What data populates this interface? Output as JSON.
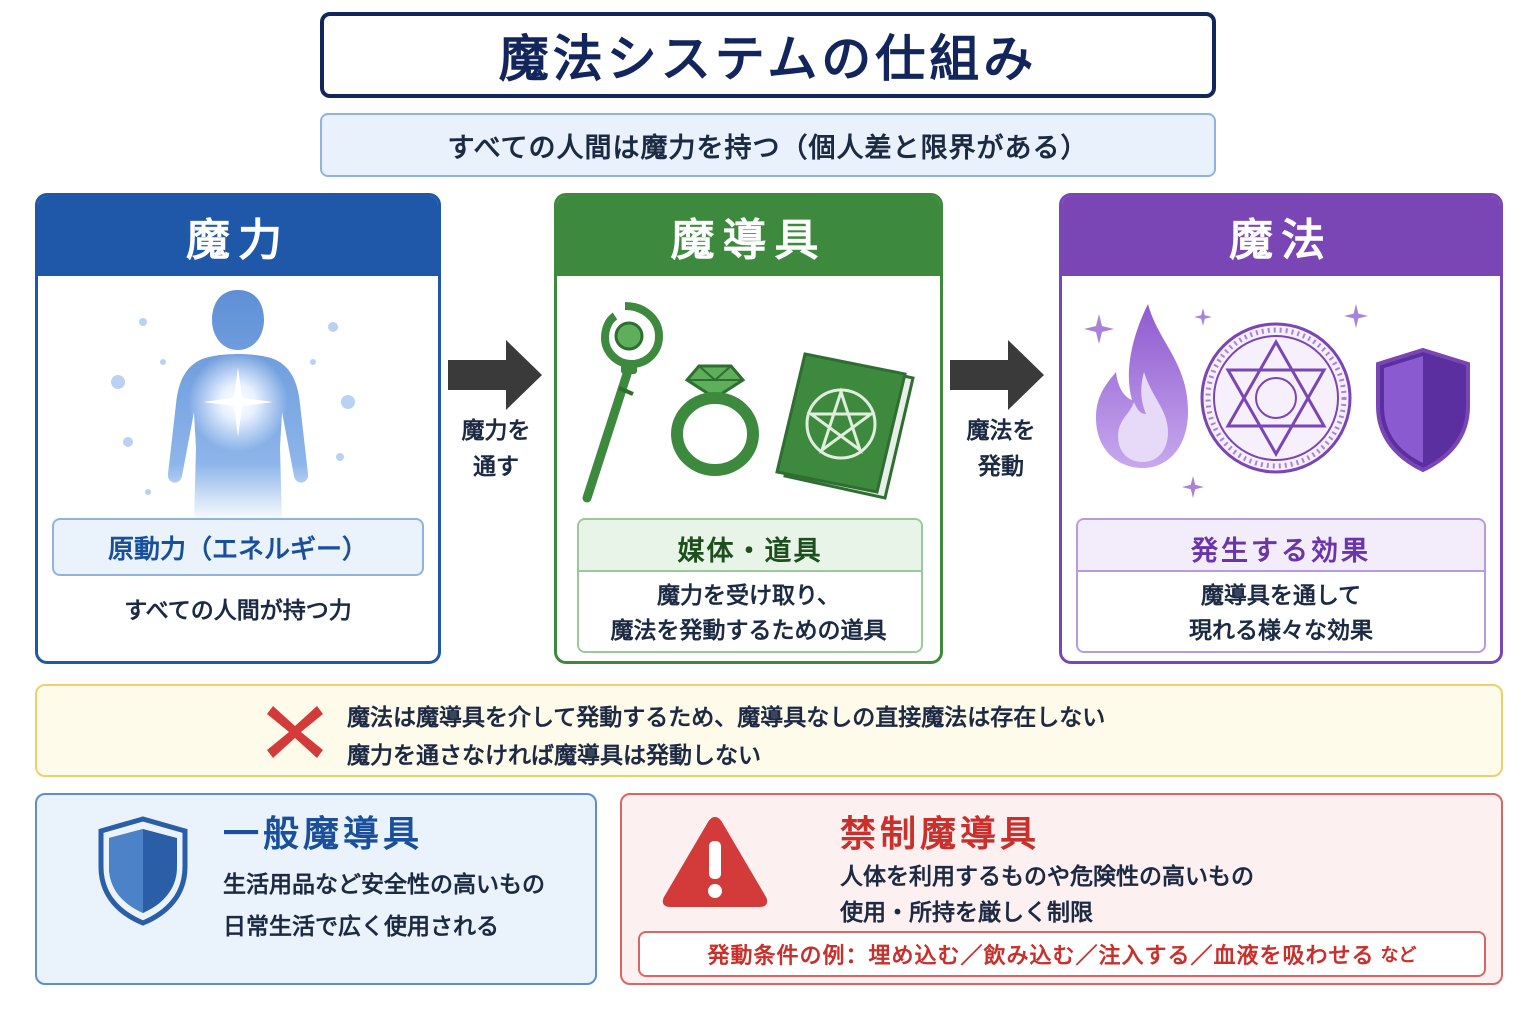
{
  "title": "魔法システムの仕組み",
  "subtitle": "すべての人間は魔力を持つ（個人差と限界がある）",
  "panels": {
    "maryoku": {
      "header": "魔力",
      "label": "原動力（エネルギー）",
      "desc": "すべての人間が持つ力",
      "icon": "human-energy-icon"
    },
    "madougu": {
      "header": "魔導具",
      "label": "媒体・道具",
      "desc_line1": "魔力を受け取り、",
      "desc_line2": "魔法を発動するための道具",
      "icons": [
        "staff-icon",
        "ring-icon",
        "spellbook-icon"
      ]
    },
    "mahou": {
      "header": "魔法",
      "label": "発生する効果",
      "desc_line1": "魔導具を通して",
      "desc_line2": "現れる様々な効果",
      "icons": [
        "flame-icon",
        "magic-circle-icon",
        "shield-icon"
      ]
    }
  },
  "arrows": [
    {
      "line1": "魔力を",
      "line2": "通す"
    },
    {
      "line1": "魔法を",
      "line2": "発動"
    }
  ],
  "warning": {
    "line1": "魔法は魔導具を介して発動するため、魔導具なしの直接魔法は存在しない",
    "line2": "魔力を通さなければ魔導具は発動しない",
    "icon": "cross-icon"
  },
  "general": {
    "title": "一般魔導具",
    "line1": "生活用品など安全性の高いもの",
    "line2": "日常生活で広く使用される",
    "icon": "shield-icon"
  },
  "forbidden": {
    "title": "禁制魔導具",
    "line1": "人体を利用するものや危険性の高いもの",
    "line2": "使用・所持を厳しく制限",
    "condition": "発動条件の例：埋め込む／飲み込む／注入する／血液を吸わせる",
    "condition_suffix": "など",
    "icon": "warning-icon"
  },
  "colors": {
    "navy": "#13265c",
    "blue": "#1f58a8",
    "green": "#3d8a3e",
    "purple": "#7a45b5",
    "red": "#c9302c",
    "yellow_border": "#f0cf6b"
  }
}
